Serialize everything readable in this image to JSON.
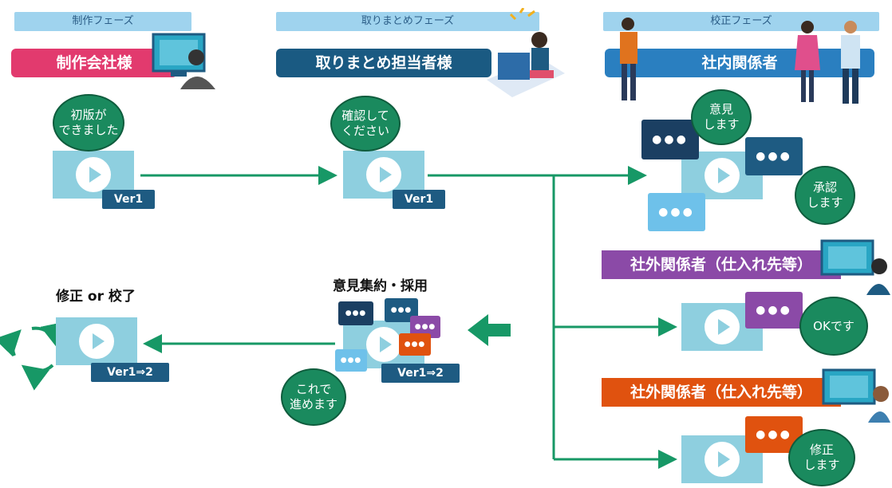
{
  "phases": {
    "production": "制作フェーズ",
    "compile": "取りまとめフェーズ",
    "proof": "校正フェーズ"
  },
  "roles": {
    "production_company": "制作会社様",
    "compiler": "取りまとめ担当者様",
    "internal": "社内関係者",
    "external_purple": "社外関係者（仕入れ先等）",
    "external_orange": "社外関係者（仕入れ先等）"
  },
  "versions": {
    "v1_a": "Ver1",
    "v1_b": "Ver1",
    "v12_a": "Ver1⇒2",
    "v12_b": "Ver1⇒2"
  },
  "bubbles": {
    "first_edition": "初版が\nできました",
    "please_check": "確認して\nください",
    "opinion": "意見\nします",
    "approve": "承認\nします",
    "ok": "OKです",
    "fix": "修正\nします",
    "proceed": "これで\n進めます"
  },
  "labels": {
    "fix_or_done": "修正 or 校了",
    "aggregate": "意見集約・採用"
  },
  "chat_dots": "●●●",
  "colors": {
    "phase_bg": "#9fd3ee",
    "production_role": "#e23a6e",
    "compiler_role": "#1a5a82",
    "internal_role": "#2a7fc0",
    "external_purple": "#8b4aa7",
    "external_orange": "#e0520f",
    "arrow": "#179866",
    "video": "#8ecfdf",
    "version_tag": "#1e5b82",
    "bubble": "#1a8a5e"
  }
}
